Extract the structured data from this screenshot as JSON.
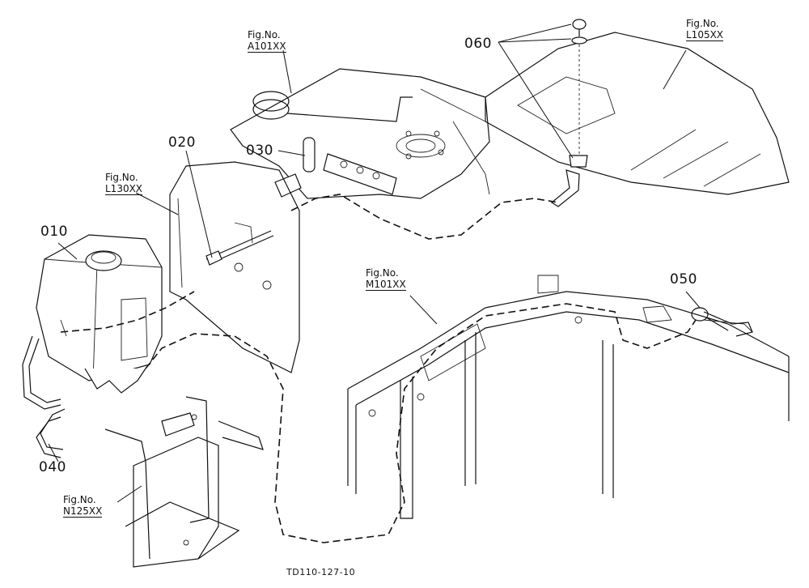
{
  "parts": [
    {
      "id": "010"
    },
    {
      "id": "020"
    },
    {
      "id": "030"
    },
    {
      "id": "040"
    },
    {
      "id": "050"
    },
    {
      "id": "060"
    }
  ],
  "figure_refs": [
    {
      "label": "Fig.No.",
      "ref": "A101XX"
    },
    {
      "label": "Fig.No.",
      "ref": "L105XX"
    },
    {
      "label": "Fig.No.",
      "ref": "L130XX"
    },
    {
      "label": "Fig.No.",
      "ref": "M101XX"
    },
    {
      "label": "Fig.No.",
      "ref": "N125XX"
    }
  ],
  "drawing_code": "TD110-127-10"
}
